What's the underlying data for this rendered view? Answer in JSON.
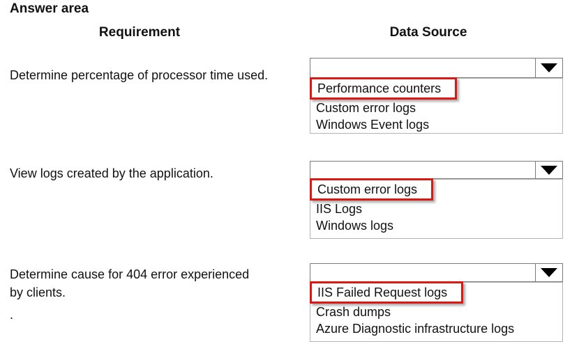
{
  "title": "Answer area",
  "headers": {
    "requirement": "Requirement",
    "data_source": "Data Source"
  },
  "rows": [
    {
      "requirement_lines": [
        "Determine percentage of processor time used."
      ],
      "selected_value": "",
      "answer": "Performance counters",
      "options": [
        "Performance counters",
        "Custom error logs",
        "Windows Event logs"
      ]
    },
    {
      "requirement_lines": [
        "View logs created by the application."
      ],
      "selected_value": "",
      "answer": "Custom error logs",
      "options": [
        "Custom error logs",
        "IIS Logs",
        "Windows logs"
      ]
    },
    {
      "requirement_lines": [
        "Determine cause for 404 error experienced",
        "by clients.",
        "."
      ],
      "selected_value": "",
      "answer": "IIS Failed Request logs",
      "options": [
        "IIS Failed Request logs",
        "Crash dumps",
        "Azure Diagnostic infrastructure logs"
      ]
    }
  ],
  "colors": {
    "answer_highlight": "#dd1812",
    "select_border": "#7a7a7a",
    "list_border": "#b4b4b4",
    "arrow": "#000000"
  }
}
